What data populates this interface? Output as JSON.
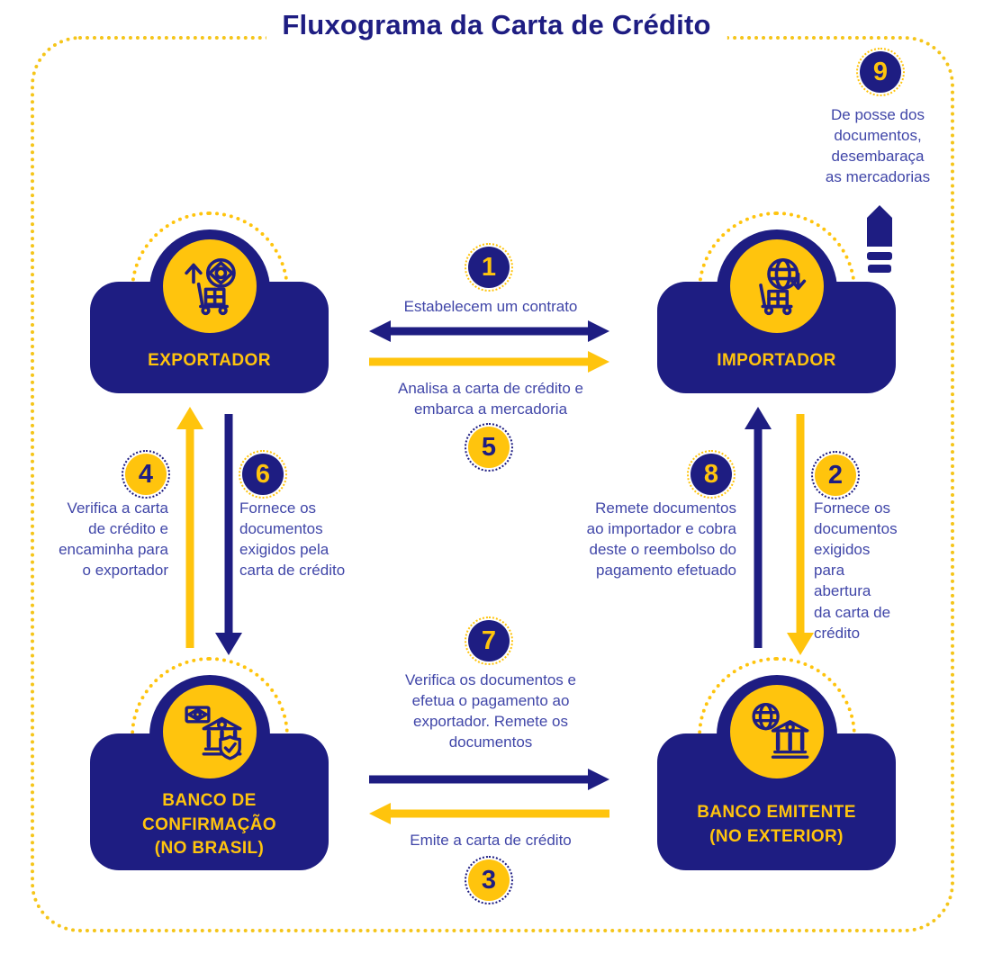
{
  "title": "Fluxograma da Carta de Crédito",
  "colors": {
    "navy": "#1e1d82",
    "yellow": "#ffc40d",
    "text_blue": "#4046a8",
    "background": "#ffffff"
  },
  "nodes": {
    "exportador": {
      "lines": [
        "EXPORTADOR"
      ],
      "icon": "export-cart-brazil-flag-icon"
    },
    "importador": {
      "lines": [
        "IMPORTADOR"
      ],
      "icon": "import-cart-globe-icon"
    },
    "banco_confirmacao": {
      "lines": [
        "BANCO DE",
        "CONFIRMAÇÃO",
        "(NO BRASIL)"
      ],
      "icon": "bank-flag-shield-icon"
    },
    "banco_emitente": {
      "lines": [
        "BANCO EMITENTE",
        "(NO EXTERIOR)"
      ],
      "icon": "bank-globe-icon"
    }
  },
  "steps": {
    "1": {
      "number": "1",
      "lines": [
        "Estabelecem um contrato"
      ]
    },
    "2": {
      "number": "2",
      "lines": [
        "Fornece os",
        "documentos",
        "exigidos",
        "para",
        "abertura",
        "da carta de",
        "crédito"
      ]
    },
    "3": {
      "number": "3",
      "lines": [
        "Emite a carta de crédito"
      ]
    },
    "4": {
      "number": "4",
      "lines": [
        "Verifica a carta",
        "de crédito e",
        "encaminha para",
        "o exportador"
      ]
    },
    "5": {
      "number": "5",
      "lines": [
        "Analisa a carta de crédito e",
        "embarca a mercadoria"
      ]
    },
    "6": {
      "number": "6",
      "lines": [
        "Fornece os",
        "documentos",
        "exigidos pela",
        "carta de crédito"
      ]
    },
    "7": {
      "number": "7",
      "lines": [
        "Verifica os documentos e",
        "efetua o pagamento ao",
        "exportador. Remete os",
        "documentos"
      ]
    },
    "8": {
      "number": "8",
      "lines": [
        "Remete documentos",
        "ao importador e cobra",
        "deste o reembolso do",
        "pagamento efetuado"
      ]
    },
    "9": {
      "number": "9",
      "lines": [
        "De posse dos",
        "documentos,",
        "desembaraça",
        "as mercadorias"
      ]
    }
  }
}
